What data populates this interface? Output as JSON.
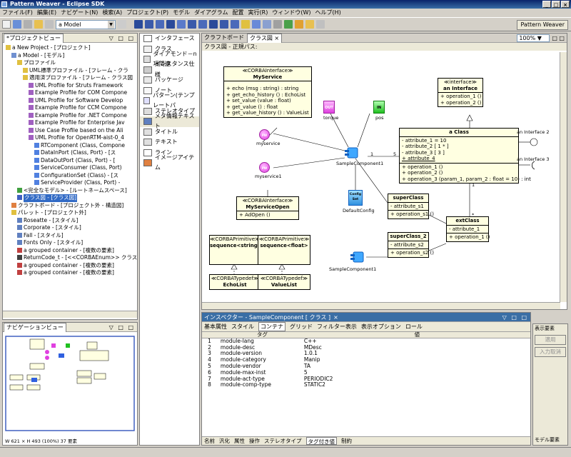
{
  "window": {
    "title": "Pattern Weaver - Eclipse SDK"
  },
  "menu": [
    "ファイル(F)",
    "編集(E)",
    "ナビゲート(N)",
    "検索(A)",
    "プロジェクト(P)",
    "モデル",
    "ダイアグラム",
    "配置",
    "実行(R)",
    "ウィンドウ(W)",
    "ヘルプ(H)"
  ],
  "toolbar": {
    "model_combo": "a Model",
    "perspective": "Pattern Weaver"
  },
  "project_view": {
    "tab": "*プロジェクトビュー",
    "items": [
      "a New Project - [プロジェクト]",
      "a Model - [モデル]",
      "プロファイル",
      "UML標準プロファイル - [フレーム - クラ",
      "適用済プロファイル - [フレーム - クラス図",
      "UML Profile for Struts Framework",
      "Example Profile for COM Compone",
      "UML Profile for Software Develop",
      "Example Profile for CCM Compone",
      "Example Profile for .NET Compone",
      "Example Profile for Enterprise Jav",
      "Use Case Profile based on the Ali",
      "UML Profile for OpenRTM-aist-0_4",
      "RTComponent (Class, Compone",
      "DataInPort (Class, Port) - [ス",
      "DataOutPort (Class, Port) - [",
      "ServiceConsumer (Class, Port)",
      "ConfigurationSet (Class) - [ス",
      "ServiceProvider (Class, Port) -",
      "<完全なモデル> - [ルートネームスペース]",
      "クラス図 - [クラス図]",
      "クラフトボード - [プロジェクト外 - 構造図]",
      "パレット - [プロジェクト外]",
      "Roseatte - [スタイル]",
      "Corporate - [スタイル]",
      "Fall - [スタイル]",
      "Fonts Only - [スタイル]",
      "a grouped container - [複数の要素]",
      "ReturnCode_t - [<<CORBAEnum>> クラス]",
      "a grouped container - [複数の要素]",
      "a grouped container - [複数の要素]"
    ]
  },
  "navigator": {
    "tab": "ナビゲーションビュー",
    "status": "W 621 × H 493 (100%)  37 要素"
  },
  "palette": [
    "インタフェース",
    "クラス",
    "ダイアモンド－n項関連",
    "インスタンス仕様",
    "パッケージ",
    "ノート",
    "パターン(テンプレートパ",
    "ステレオタイプ",
    "メタ情報テキスト",
    "タイトル",
    "テキスト",
    "ライン",
    "イメージアイテム"
  ],
  "editor": {
    "tabs": [
      "クラフトボード",
      "クラス図"
    ],
    "breadcrumb": "クラス図 - 正規パス:",
    "zoom": "100%"
  },
  "diagram": {
    "myservice": {
      "st": "≪CORBAInterface≫",
      "name": "MyService",
      "ops": [
        "+ echo (msg : string) : string",
        "+ get_echo_history () : EchoList",
        "+ set_value (value : float)",
        "+ get_value () : float",
        "+ get_value_history () : ValueList"
      ]
    },
    "myserviceopen": {
      "st": "≪CORBAInterface≫",
      "name": "MyServiceOpen",
      "ops": [
        "+ AdOpen ()"
      ]
    },
    "iface": {
      "st": "≪interface≫",
      "name": "an Interface",
      "ops": [
        "+ operation_1 ()",
        "+ operation_2 ()"
      ]
    },
    "aclass": {
      "name": "a Class",
      "attrs": [
        "- attribute_1 = 10",
        "- attribute_2 [ 1 * ]",
        "- attribute_3 [ 3 ]",
        "+ attribute_4"
      ],
      "ops": [
        "+ operation_1 ()",
        "+ operation_2 ()",
        "+ operation_3 (param_1, param_2 : float = 10) : int"
      ]
    },
    "super1": {
      "name": "superClass",
      "attrs": [
        "- attribute_s1"
      ],
      "ops": [
        "+ operation_s1 ()"
      ]
    },
    "super2": {
      "name": "superClass_2",
      "attrs": [
        "- attribute_s2"
      ],
      "ops": [
        "+ operation_s2 ()"
      ]
    },
    "ext": {
      "name": "extClass",
      "attrs": [
        "- attribute_1"
      ],
      "ops": [
        "+ operation_1 ()"
      ]
    },
    "seqstr": {
      "st": "≪CORBAPrimitive≫",
      "name": "sequence<string>"
    },
    "seqflt": {
      "st": "≪CORBAPrimitive≫",
      "name": "sequence<float>"
    },
    "echolist": {
      "st": "≪CORBATypedef≫",
      "name": "EchoList"
    },
    "valuelist": {
      "st": "≪CORBATypedef≫",
      "name": "ValueList"
    },
    "labels": {
      "myservice": "myservice",
      "myservice1": "myservice1",
      "torque": "torque",
      "pos": "pos",
      "sc1": "SampleComponent1",
      "sc2": "SampleComponent1",
      "dc": "DefaultConfig",
      "if2": "an Interface 2",
      "if3": "an Interface 3",
      "mult5": "5",
      "mult1a": "1",
      "mult1b": "1",
      "multstar": "*",
      "out": "OUT",
      "in": "IN",
      "pw": "PW",
      "cfg": "Config Set"
    }
  },
  "inspector": {
    "tab": "インスペクター - SampleComponent [ クラス ]",
    "subtabs": [
      "基本属性",
      "スタイル",
      "コンテナ",
      "グリッド",
      "フィルター表示",
      "表示オプション",
      "ロール"
    ],
    "col_tag": "タグ",
    "col_val": "値",
    "rows": [
      {
        "n": "1",
        "k": "module-lang",
        "v": "C++"
      },
      {
        "n": "2",
        "k": "module-desc",
        "v": "MDesc"
      },
      {
        "n": "3",
        "k": "module-version",
        "v": "1.0.1"
      },
      {
        "n": "4",
        "k": "module-category",
        "v": "Manip"
      },
      {
        "n": "5",
        "k": "module-vendor",
        "v": "TA"
      },
      {
        "n": "6",
        "k": "module-max-inst",
        "v": "5"
      },
      {
        "n": "7",
        "k": "module-act-type",
        "v": "PERIODIC2"
      },
      {
        "n": "8",
        "k": "module-comp-type",
        "v": "STATIC2"
      }
    ],
    "bottomtabs": [
      "名前",
      "汎化",
      "属性",
      "操作",
      "ステレオタイプ",
      "タグ付き値",
      "制約"
    ],
    "right_title": "表示要素",
    "apply": "適用",
    "cancel": "入力取消",
    "right_bottom": "モデル要素"
  }
}
